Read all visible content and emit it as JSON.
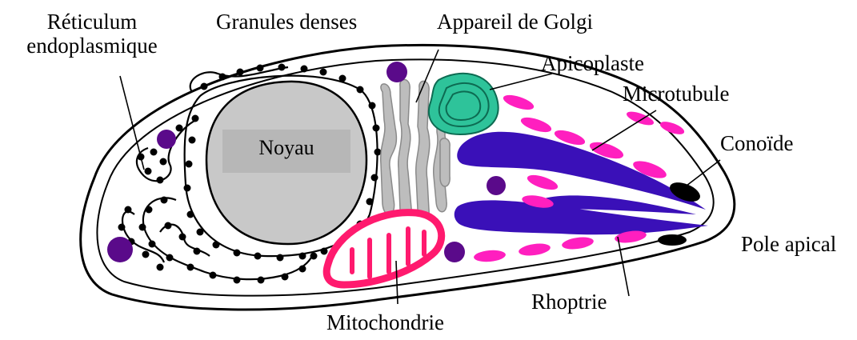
{
  "labels": {
    "reticulum_line1": "Réticulum",
    "reticulum_line2": "endoplasmique",
    "granules": "Granules denses",
    "golgi": "Appareil de Golgi",
    "apicoplaste": "Apicoplaste",
    "microtubule": "Microtubule",
    "conoide": "Conoïde",
    "pole_apical": "Pole apical",
    "rhoptrie": "Rhoptrie",
    "mitochondrie": "Mitochondrie",
    "noyau": "Noyau"
  },
  "colors": {
    "outline": "#000000",
    "nucleus": "#c8c8c8",
    "golgi": "#bdbdbd",
    "apicoplast": "#2ec39a",
    "granule": "#5a0a8a",
    "micronemes": "#ff1fbf",
    "rhoptry": "#3a10b8",
    "mitochondrion": "#ff1a6e",
    "conoid": "#000000"
  }
}
